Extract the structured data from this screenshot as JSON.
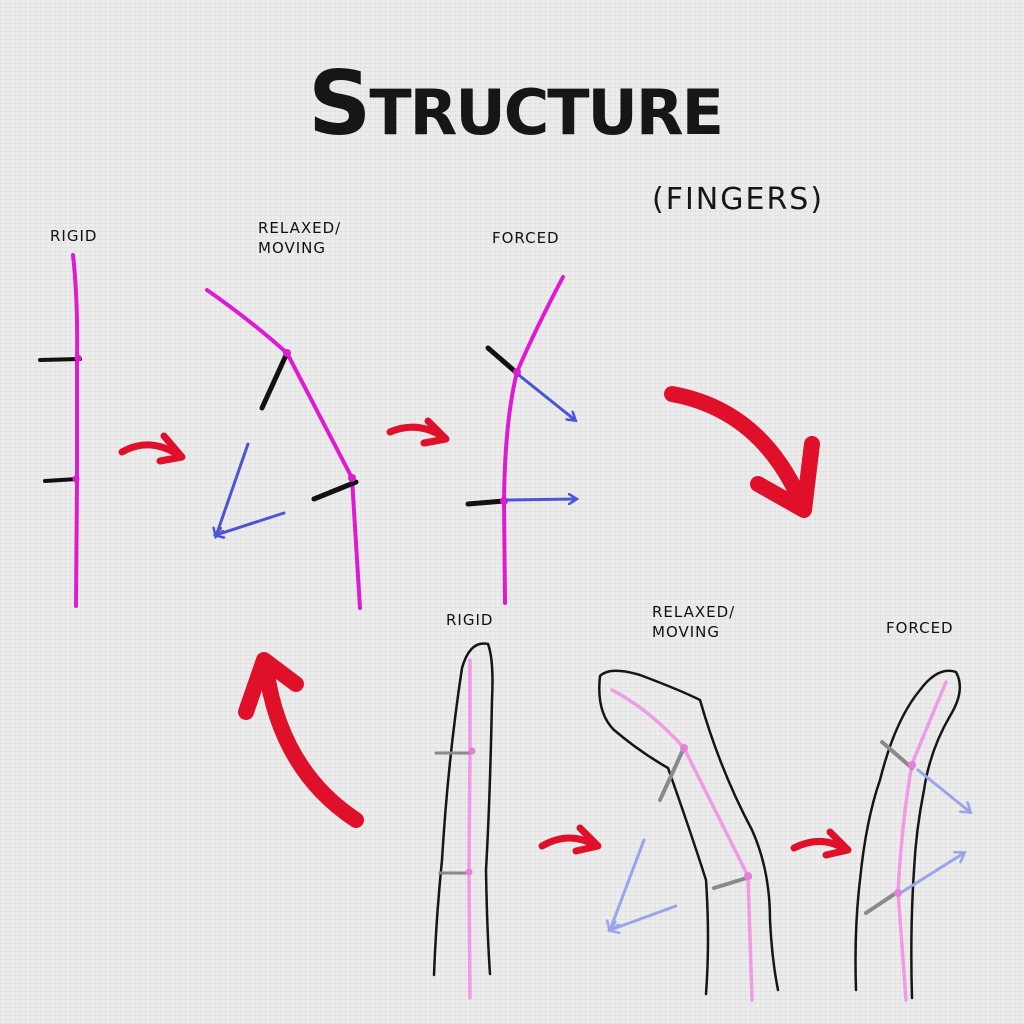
{
  "title": "Structure",
  "subtitle": "(Fingers)",
  "top_row": {
    "rigid_label": "Rigid",
    "relaxed_label": "Relaxed/\nMoving",
    "forced_label": "Forced"
  },
  "bottom_row": {
    "rigid_label": "Rigid",
    "relaxed_label": "Relaxed/\nMoving",
    "forced_label": "Forced"
  },
  "colors": {
    "bone": "#e01ad0",
    "bone_light": "#f19ae6",
    "joint_mark": "#111111",
    "joint_mark_light": "#8a8a8a",
    "force_arrow": "#4a55d8",
    "force_arrow_light": "#9aa4ee",
    "flow_arrow": "#e0102a",
    "outline": "#161616"
  }
}
